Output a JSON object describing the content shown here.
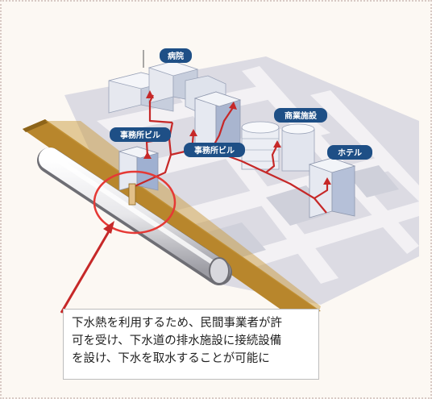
{
  "labels": {
    "hospital": "病院",
    "office_left": "事務所ビル",
    "office_center": "事務所ビル",
    "commercial": "商業施設",
    "hotel": "ホテル"
  },
  "caption": {
    "line1": "下水熱を利用するため、民間事業者が許",
    "line2": "可を受け、下水道の排水施設に接続設備",
    "line3": "を設け、下水を取水することが可能に"
  },
  "colors": {
    "pipe_route": "#c62828",
    "label_bg": "#1e4f86",
    "ground": "#b8862c",
    "street": "#ece9ee"
  }
}
